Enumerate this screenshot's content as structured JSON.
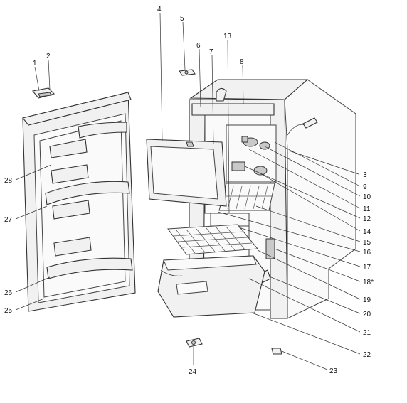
{
  "callouts": [
    {
      "id": "1",
      "text": "1"
    },
    {
      "id": "2",
      "text": "2"
    },
    {
      "id": "3",
      "text": "3"
    },
    {
      "id": "4",
      "text": "4"
    },
    {
      "id": "5",
      "text": "5"
    },
    {
      "id": "6",
      "text": "6"
    },
    {
      "id": "7",
      "text": "7"
    },
    {
      "id": "8",
      "text": "8"
    },
    {
      "id": "9",
      "text": "9"
    },
    {
      "id": "10",
      "text": "10"
    },
    {
      "id": "11",
      "text": "11"
    },
    {
      "id": "12",
      "text": "12"
    },
    {
      "id": "13",
      "text": "13"
    },
    {
      "id": "14",
      "text": "14"
    },
    {
      "id": "15",
      "text": "15"
    },
    {
      "id": "16",
      "text": "16"
    },
    {
      "id": "17",
      "text": "17"
    },
    {
      "id": "18",
      "text": "18*"
    },
    {
      "id": "19",
      "text": "19"
    },
    {
      "id": "20",
      "text": "20"
    },
    {
      "id": "21",
      "text": "21"
    },
    {
      "id": "22",
      "text": "22"
    },
    {
      "id": "23",
      "text": "23"
    },
    {
      "id": "24",
      "text": "24"
    },
    {
      "id": "25",
      "text": "25"
    },
    {
      "id": "26",
      "text": "26"
    },
    {
      "id": "27",
      "text": "27"
    },
    {
      "id": "28",
      "text": "28"
    }
  ]
}
